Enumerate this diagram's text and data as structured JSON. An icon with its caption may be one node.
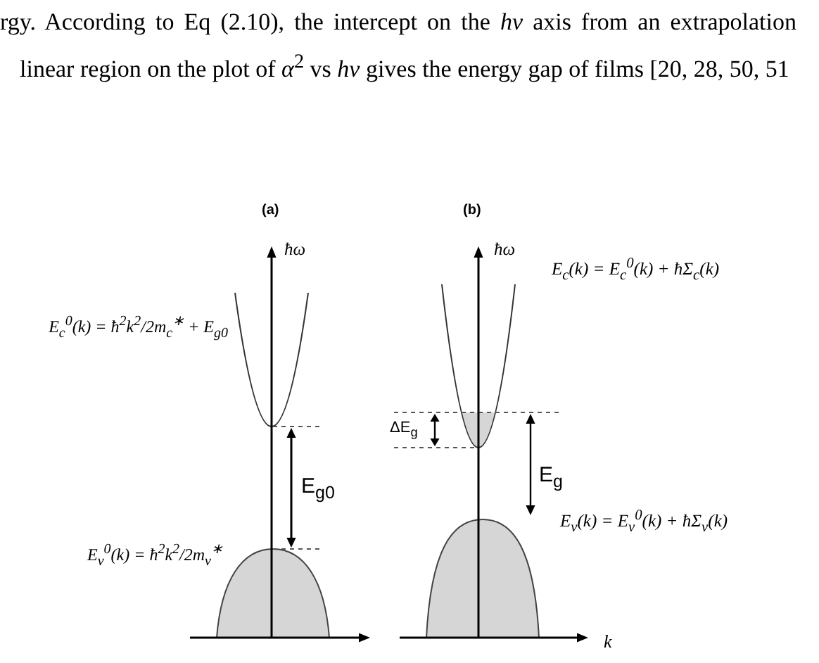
{
  "diagram": {
    "labels": [
      "rgy. According to Eq (2.10), the intercept on the *hν* axis from an extrapolation linear region on the plot of *α*$^{2}$ vs *hν* gives the energy gap of films [20, 28, 50, 51",
      "(a)",
      "ħω",
      "E$_{c}$$^{0}$(k) = ħ$^{2}$k$^{2}$/2m$_{c}$$^{∗}$ + E$_{g0}$",
      "E$_{g0}$",
      "E$_{v}$$^{0}$(k) = ħ$^{2}$k$^{2}$/2m$_{v}$$^{∗}$",
      "(b)",
      "ħω",
      "E$_{c}$(k) = E$_{c}$$^{0}$(k) + ħΣ$_{c}$(k)",
      "ΔE$_{g}$",
      "E$_{g}$",
      "E$_{v}$(k) = E$_{v}$$^{0}$(k) + ħΣ$_{v}$(k)",
      "k"
    ]
  }
}
